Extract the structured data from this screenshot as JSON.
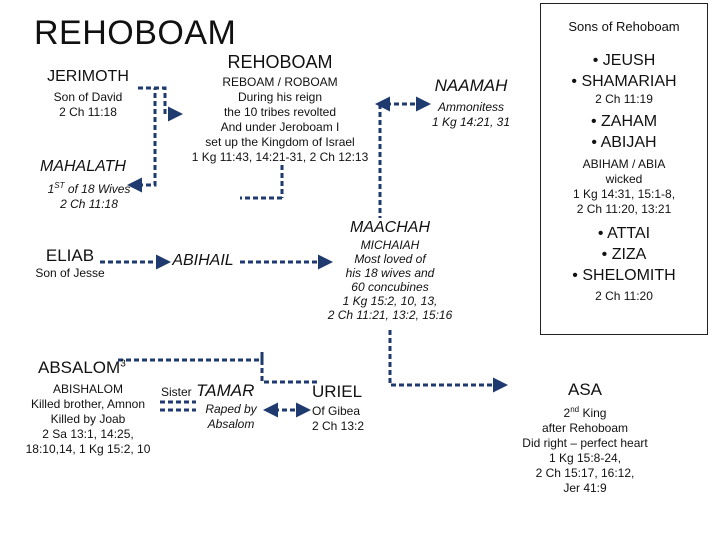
{
  "title": "REHOBOAM",
  "rehoboam": {
    "name": "REHOBOAM",
    "details": [
      "REBOAM / ROBOAM",
      "During his reign",
      "the 10 tribes revolted",
      "And under Jeroboam I",
      "set up the Kingdom of Israel",
      "1 Kg 11:43, 14:21-31, 2 Ch 12:13"
    ]
  },
  "jerimoth": {
    "name": "JERIMOTH",
    "details": [
      "Son of David",
      "2 Ch 11:18"
    ]
  },
  "mahalath": {
    "name": "MAHALATH",
    "line1_prefix": "1",
    "line1_sup": "ST",
    "line1_suffix": " of 18 Wives",
    "line2": "2 Ch 11:18"
  },
  "eliab": {
    "name": "ELIAB",
    "details": [
      "Son of Jesse"
    ]
  },
  "abihail": {
    "name": "ABIHAIL"
  },
  "naamah": {
    "name": "NAAMAH",
    "details": [
      "Ammonitess",
      "1 Kg 14:21, 31"
    ]
  },
  "maachah": {
    "name": "MAACHAH",
    "details": [
      "MICHAIAH",
      "Most loved of",
      "his 18 wives and",
      "60 concubines",
      "1 Kg 15:2, 10, 13,",
      "2 Ch 11:21, 13:2, 15:16"
    ]
  },
  "absalom": {
    "name": "ABSALOM",
    "sup": "3",
    "details": [
      "ABISHALOM",
      "Killed brother, Amnon",
      "Killed by Joab",
      "2 Sa 13:1, 14:25,",
      "18:10,14, 1 Kg 15:2, 10"
    ]
  },
  "tamar": {
    "prefix": "Sister",
    "name": "TAMAR",
    "details": [
      "Raped by",
      "Absalom"
    ]
  },
  "uriel": {
    "name": "URIEL",
    "details": [
      "Of Gibea",
      "2 Ch 13:2"
    ]
  },
  "asa": {
    "name": "ASA",
    "line1_prefix": "2",
    "line1_sup": "nd",
    "line1_suffix": " King",
    "details": [
      "after Rehoboam",
      "Did right – perfect heart",
      "1 Kg 15:8-24,",
      "2 Ch 15:17, 16:12,",
      "Jer 41:9"
    ]
  },
  "sons": {
    "title": "Sons of Rehoboam",
    "group1": [
      "JEUSH",
      "SHAMARIAH"
    ],
    "group1_ref": "2 Ch 11:19",
    "group2": [
      "ZAHAM",
      "ABIJAH"
    ],
    "group2_ref": [
      "ABIHAM / ABIA",
      "wicked",
      "1 Kg 14:31, 15:1-8,",
      "2 Ch 11:20, 13:21"
    ],
    "group3": [
      "ATTAI",
      "ZIZA",
      "SHELOMITH"
    ],
    "group3_ref": "2 Ch 11:20"
  },
  "colors": {
    "accent": "#1f4fa8",
    "line": "#1f3a6e",
    "text": "#111111"
  }
}
